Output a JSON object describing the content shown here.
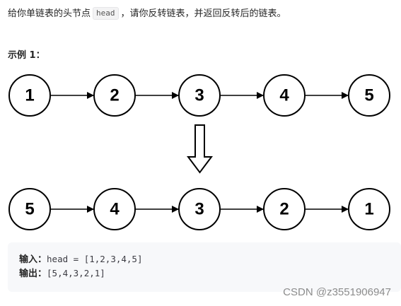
{
  "problem": {
    "text_before": "给你单链表的头节点",
    "code_term": "head",
    "text_after": "，请你反转链表，并返回反转后的链表。"
  },
  "example": {
    "title": "示例 1："
  },
  "diagram": {
    "top_row": [
      "1",
      "2",
      "3",
      "4",
      "5"
    ],
    "bottom_row": [
      "5",
      "4",
      "3",
      "2",
      "1"
    ]
  },
  "io": {
    "input_label": "输入：",
    "input_value": "head = [1,2,3,4,5]",
    "output_label": "输出：",
    "output_value": "[5,4,3,2,1]"
  },
  "watermark": "CSDN @z3551906947"
}
